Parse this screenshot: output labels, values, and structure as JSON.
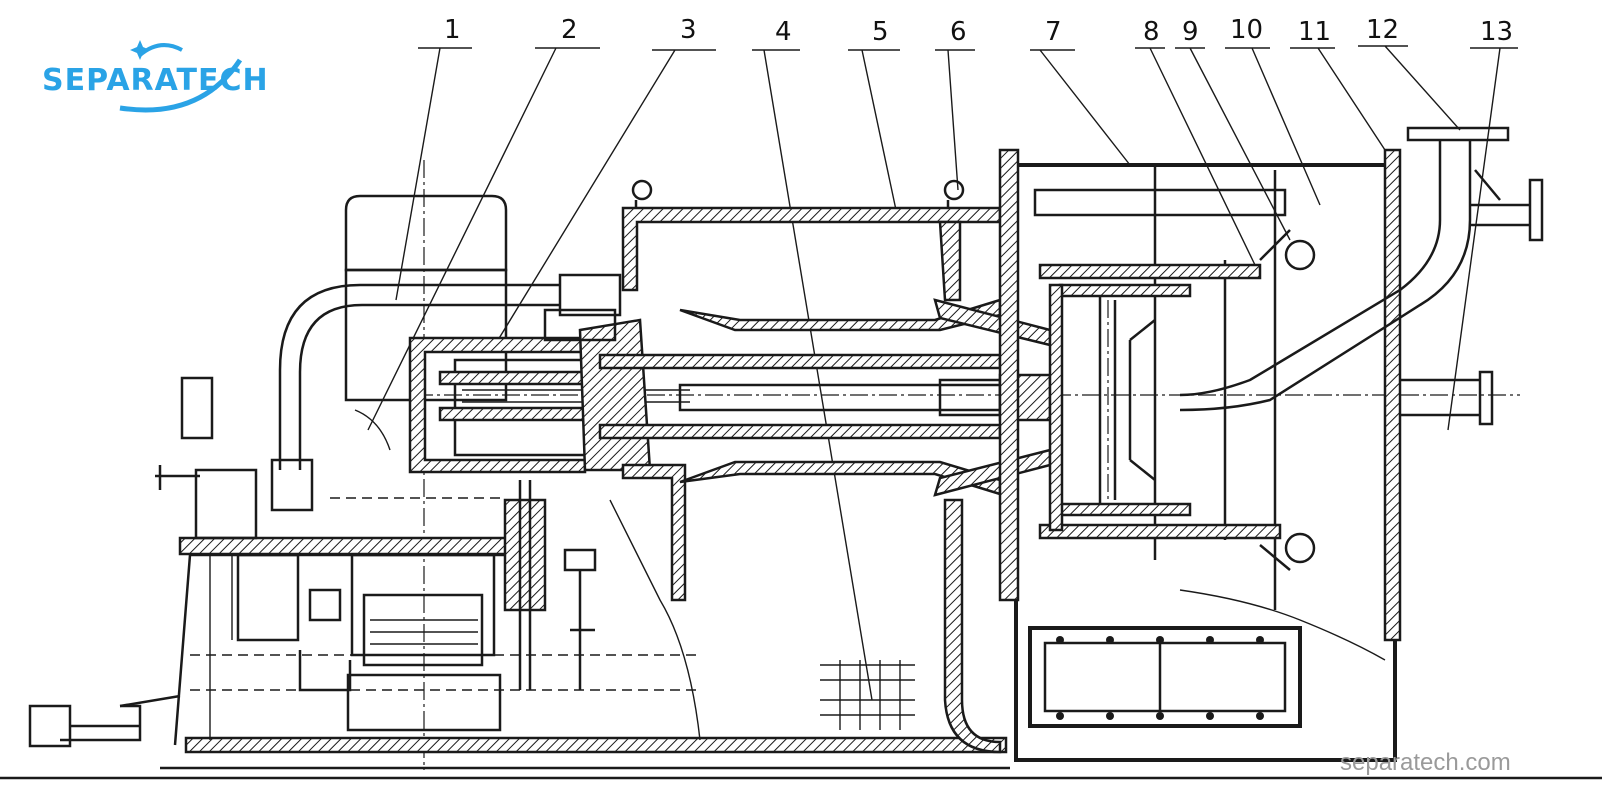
{
  "logo": {
    "text": "SEPARATECH"
  },
  "website": "separatech.com",
  "part_labels": [
    "1",
    "2",
    "3",
    "4",
    "5",
    "6",
    "7",
    "8",
    "9",
    "10",
    "11",
    "12",
    "13"
  ]
}
